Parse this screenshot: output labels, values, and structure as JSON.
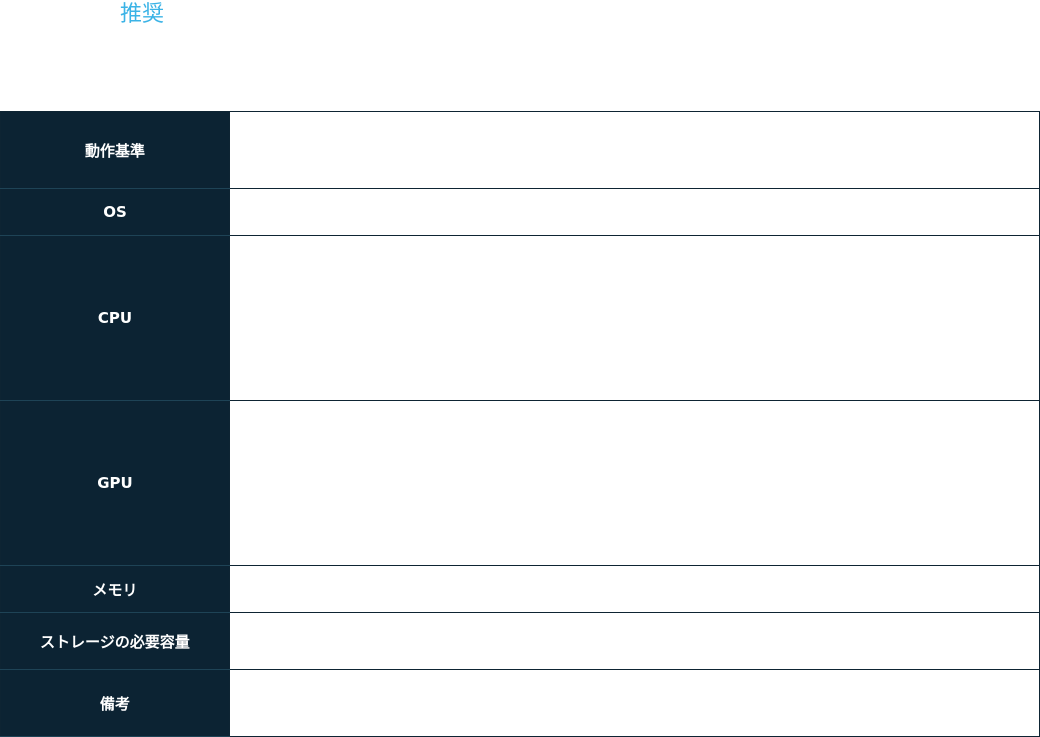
{
  "section": {
    "title": "推奨"
  },
  "spec_table": {
    "rows": [
      {
        "label": "動作基準",
        "value": ""
      },
      {
        "label": "OS",
        "value": ""
      },
      {
        "label": "CPU",
        "value": ""
      },
      {
        "label": "GPU",
        "value": ""
      },
      {
        "label": "メモリ",
        "value": ""
      },
      {
        "label": "ストレージの必要容量",
        "value": ""
      },
      {
        "label": "備考",
        "value": ""
      }
    ]
  },
  "colors": {
    "accent": "#3bb3e6",
    "header_bg": "#0c2333",
    "border": "#0e2433"
  }
}
